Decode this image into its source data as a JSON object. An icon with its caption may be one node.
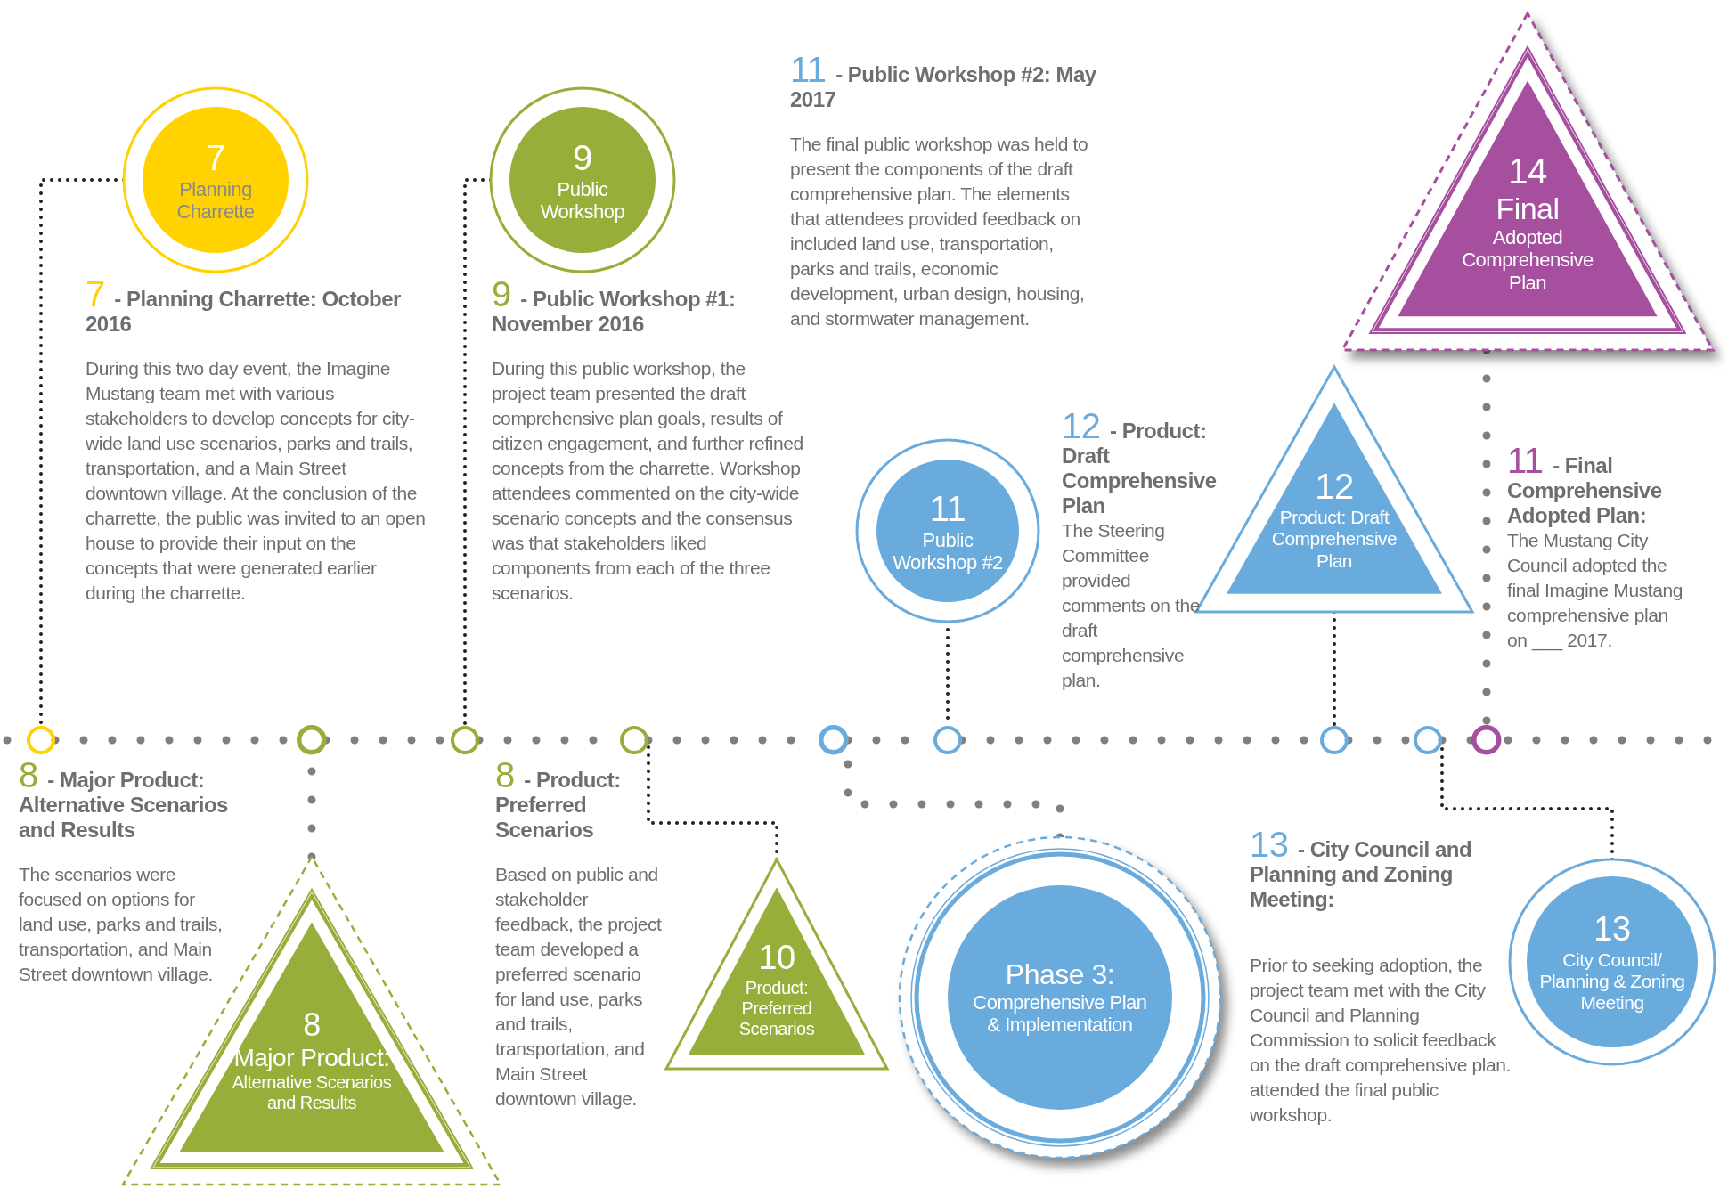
{
  "diagram": {
    "nodes": [
      {
        "text": [
          "7",
          "Planning Charrette"
        ]
      },
      {
        "text": [
          "9",
          "Public Workshop"
        ]
      },
      {
        "text": [
          "11",
          "Public Workshop #2"
        ]
      },
      {
        "text": [
          "12",
          "Product: Draft Comprehensive Plan"
        ]
      },
      {
        "text": [
          "14",
          "Final",
          "Adopted Comprehensive Plan"
        ]
      },
      {
        "text": [
          "8",
          "Major Product:",
          "Alternative Scenarios and Results"
        ]
      },
      {
        "text": [
          "10",
          "Product: Preferred Scenarios"
        ]
      },
      {
        "text": [
          "Phase 3:",
          "Comprehensive Plan & Implementation"
        ]
      },
      {
        "text": [
          "13",
          "City Council/ Planning & Zoning Meeting"
        ]
      },
      {
        "text": [],
        "shape": "circle"
      },
      {
        "text": [],
        "shape": "circle"
      },
      {
        "text": [],
        "shape": "circle"
      },
      {
        "text": [],
        "shape": "circle"
      },
      {
        "text": [],
        "shape": "circle"
      },
      {
        "text": [],
        "shape": "circle"
      },
      {
        "text": [],
        "shape": "circle"
      },
      {
        "text": [],
        "shape": "circle"
      },
      {
        "text": [],
        "shape": "circle"
      }
    ],
    "edges": [
      {
        "from": 0,
        "to": 9,
        "arrow": "none",
        "style": "dashed",
        "color": "#231f20"
      },
      {
        "from": 1,
        "to": 11,
        "arrow": "none",
        "style": "dashed",
        "color": "#231f20"
      },
      {
        "from": 5,
        "to": 10,
        "arrow": "none",
        "style": "dashed"
      },
      {
        "from": 6,
        "to": 12,
        "arrow": "none",
        "style": "dashed",
        "color": "#231f20"
      },
      {
        "from": 7,
        "to": 13,
        "arrow": "none",
        "style": "dashed"
      },
      {
        "from": 2,
        "to": 14,
        "arrow": "none",
        "style": "dashed",
        "color": "#231f20"
      },
      {
        "from": 3,
        "to": 15,
        "arrow": "none",
        "style": "dashed",
        "color": "#231f20"
      },
      {
        "from": 8,
        "to": 16,
        "arrow": "none",
        "style": "dashed",
        "color": "#231f20"
      },
      {
        "from": 4,
        "to": 17,
        "arrow": "none",
        "style": "dashed"
      },
      {
        "from": 9,
        "to": 10,
        "arrow": "none",
        "style": "dashed"
      },
      {
        "from": 10,
        "to": 11,
        "arrow": "none",
        "style": "dashed"
      },
      {
        "from": 11,
        "to": 12,
        "arrow": "none",
        "style": "dashed"
      },
      {
        "from": 12,
        "to": 13,
        "arrow": "none",
        "style": "dashed"
      },
      {
        "from": 13,
        "to": 14,
        "arrow": "none",
        "style": "dashed"
      },
      {
        "from": 14,
        "to": 15,
        "arrow": "none",
        "style": "dashed"
      },
      {
        "from": 15,
        "to": 16,
        "arrow": "none",
        "style": "dashed"
      },
      {
        "from": 16,
        "to": 17,
        "arrow": "none",
        "style": "dashed"
      }
    ],
    "labels": [
      "7 - Planning Charrette: October 2016",
      "During this two day event, the Imagine Mustang team met with various stakeholders to develop concepts for city-wide land use scenarios, parks and trails, transportation, and a Main Street downtown village. At the conclusion of the charrette, the public was invited to an open house to provide their input on the concepts that were generated earlier during the charrette.",
      "9 - Public Workshop #1: November 2016",
      "During this public workshop, the project team presented the draft comprehensive plan goals, results of citizen engagement, and further refined concepts from the charrette. Workshop attendees commented on the city-wide scenario concepts and the consensus was that stakeholders liked components from each of the three scenarios.",
      "11 - Public Workshop #2: May 2017",
      "The final public workshop was held to present the components of the draft comprehensive plan. The elements that attendees provided feedback on included land use, transportation, parks and trails, economic development, urban design, housing, and stormwater management.",
      "12 - Product: Draft Comprehensive Plan",
      "The Steering Committee provided comments on the draft comprehensive plan.",
      "11 - Final Comprehensive Adopted Plan:",
      "The Mustang City Council adopted the final Imagine Mustang comprehensive plan on ___ 2017.",
      "8 - Major Product: Alternative Scenarios and Results",
      "The scenarios were focused on options for land use, parks and trails, transportation, and Main Street downtown village.",
      "8 - Product: Preferred Scenarios",
      "Based on public and stakeholder feedback, the project team developed a preferred scenario for land use, parks and trails, transportation, and Main Street downtown village.",
      "13 - City Council and Planning and Zoning Meeting:",
      "Prior to seeking adoption, the project team met with the City Council and Planning Commission to solicit feedback on the draft comprehensive plan. attended the final public workshop."
    ]
  }
}
